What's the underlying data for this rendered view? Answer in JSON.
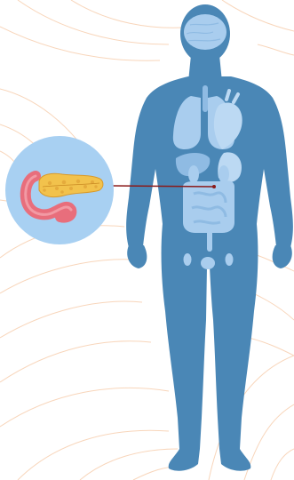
{
  "figure": {
    "body_color": "#4a87b6",
    "organ_color": "#a9cdee",
    "organ_shade": "#8fbbe3",
    "callout_fill": "#a8d0f2",
    "pointer_color": "#8a1a1a",
    "background_arc_color": "#f6c8a4",
    "organs": [
      "brain",
      "lungs",
      "heart",
      "liver",
      "stomach",
      "intestines",
      "bladder",
      "kidneys"
    ],
    "highlighted_organ": "pancreas",
    "inset_organs": [
      "pancreas",
      "duodenum"
    ],
    "pancreas_color": "#f2c24c",
    "duodenum_color": "#e86e7c"
  }
}
